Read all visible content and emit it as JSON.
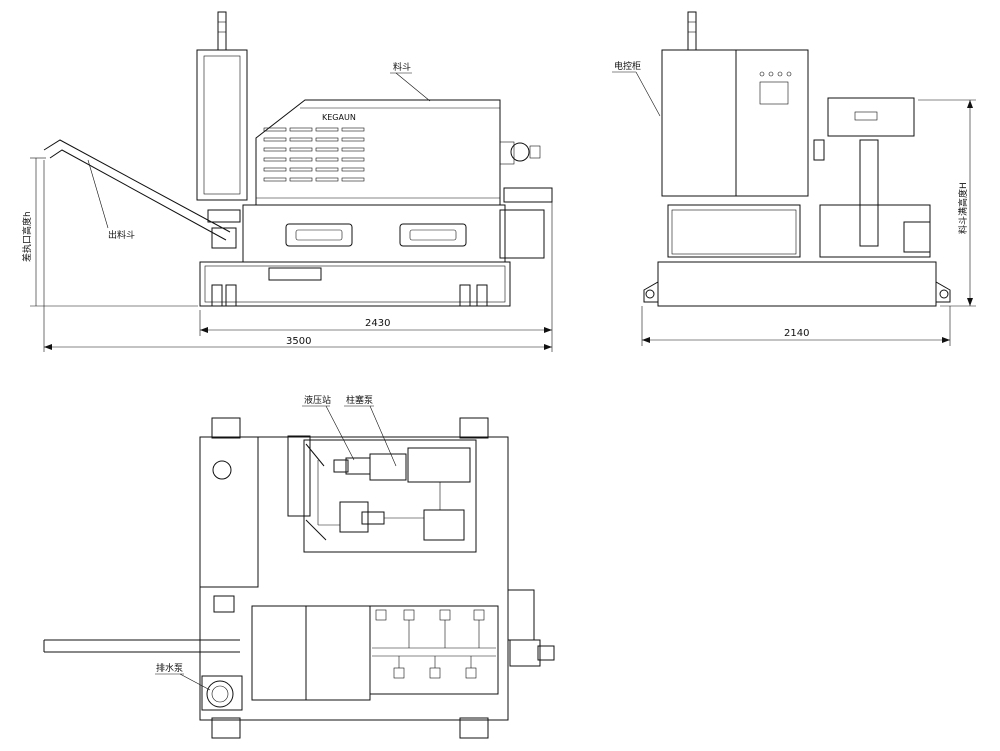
{
  "drawing": {
    "front_view": {
      "label_hopper": "料斗",
      "label_outlet": "出料斗",
      "label_outlet_height": "差执口高度h",
      "brand": "KEGAUN",
      "dim_width": "2430",
      "dim_overall": "3500"
    },
    "side_view": {
      "label_cabinet": "电控柜",
      "label_hopper_height": "料斗满高度H",
      "dim_width": "2140"
    },
    "top_view": {
      "label_hydraulic": "液压站",
      "label_pump": "柱塞泵",
      "label_drain_pump": "排水泵"
    }
  },
  "colors": {
    "line": "#111111",
    "background": "#ffffff"
  }
}
